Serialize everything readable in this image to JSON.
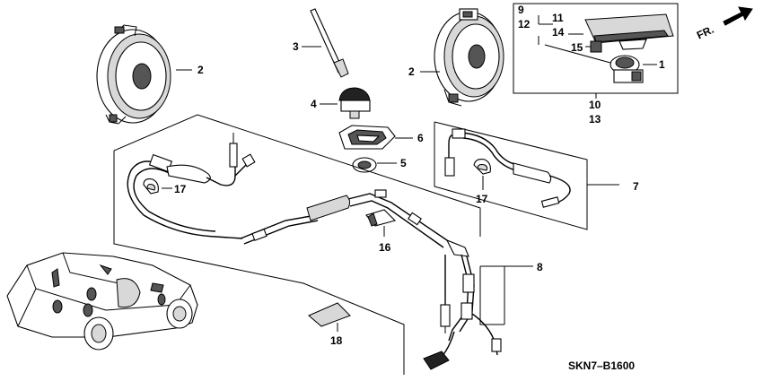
{
  "diagram": {
    "code": "SKN7–B1600",
    "direction": "FR.",
    "callouts": {
      "c1": "1",
      "c2a": "2",
      "c2b": "2",
      "c3": "3",
      "c4": "4",
      "c5": "5",
      "c6": "6",
      "c7": "7",
      "c8": "8",
      "c9": "9",
      "c10": "10",
      "c11": "11",
      "c12": "12",
      "c13": "13",
      "c14": "14",
      "c15": "15",
      "c16": "16",
      "c17a": "17",
      "c17b": "17",
      "c18": "18"
    }
  }
}
